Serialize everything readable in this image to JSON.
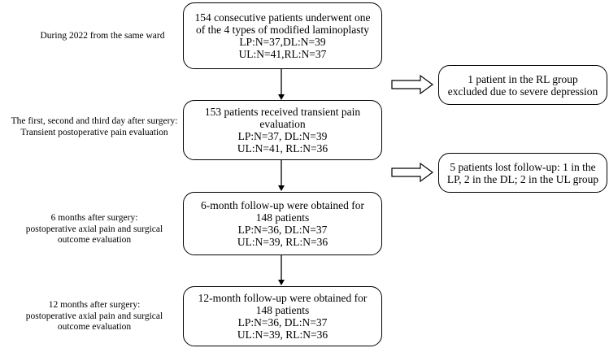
{
  "stage_labels": [
    {
      "lines": [
        "During 2022 from the same ward"
      ]
    },
    {
      "lines": [
        "The first, second and third day after surgery:",
        "Transient postoperative pain evaluation"
      ]
    },
    {
      "lines": [
        "6 months after surgery:",
        "postoperative axial pain and surgical",
        "outcome evaluation"
      ]
    },
    {
      "lines": [
        "12 months after surgery:",
        "postoperative axial pain and surgical",
        "outcome evaluation"
      ]
    }
  ],
  "boxes": [
    {
      "lines": [
        "154 consecutive patients underwent one",
        "of the 4 types of modified laminoplasty",
        "LP:N=37,DL:N=39",
        "UL:N=41,RL:N=37"
      ]
    },
    {
      "lines": [
        "153 patients received transient pain",
        "evaluation",
        "LP:N=37, DL:N=39",
        "UL:N=41, RL:N=36"
      ]
    },
    {
      "lines": [
        "6-month follow-up were obtained for",
        "148 patients",
        "LP:N=36, DL:N=37",
        "UL:N=39, RL:N=36"
      ]
    },
    {
      "lines": [
        "12-month follow-up were obtained for",
        "148 patients",
        "LP:N=36, DL:N=37",
        "UL:N=39, RL:N=36"
      ]
    }
  ],
  "exclusions": [
    {
      "lines": [
        "1 patient in the RL group",
        "excluded due to severe depression"
      ]
    },
    {
      "lines": [
        "5 patients lost follow-up: 1 in the",
        "LP, 2 in the DL; 2 in the UL group"
      ]
    }
  ]
}
